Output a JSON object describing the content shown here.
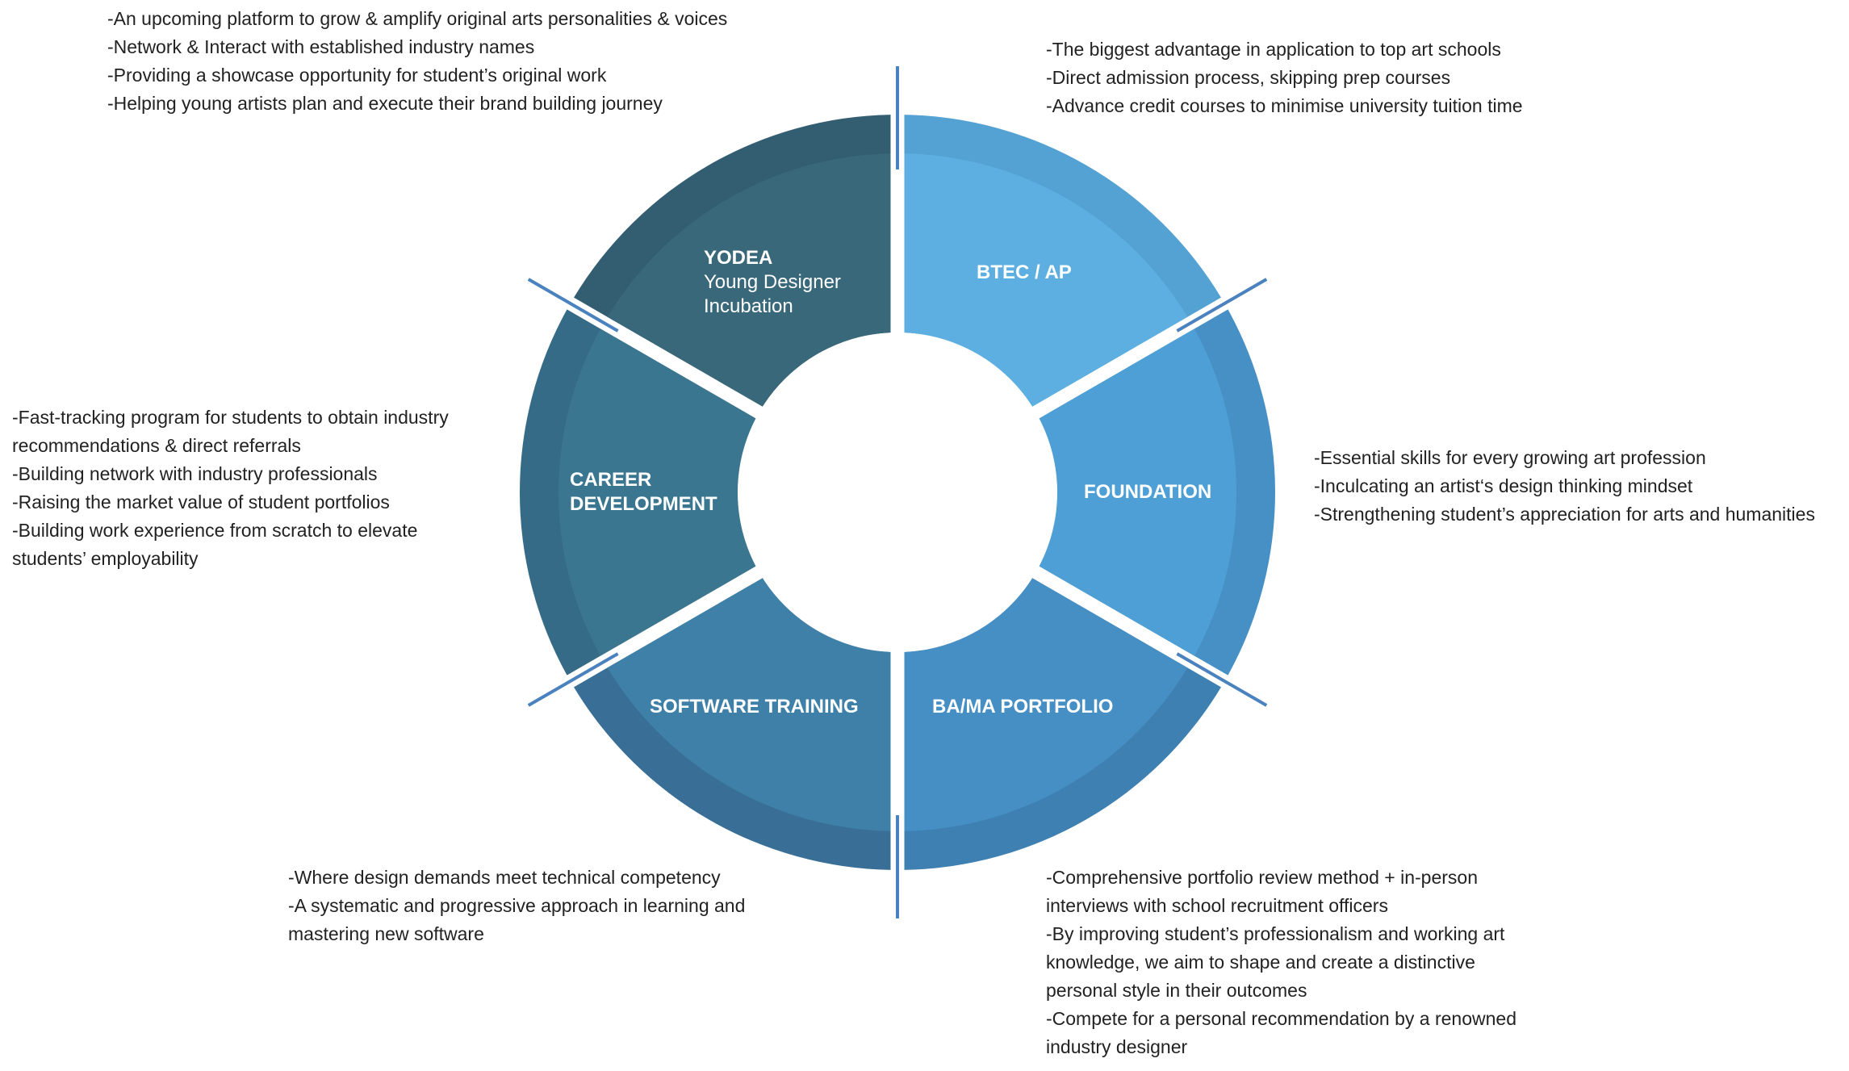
{
  "colors": {
    "yodea_outer": "#335e72",
    "yodea_inner": "#386879",
    "btec_outer": "#54a2d4",
    "btec_inner": "#5cafe0",
    "foundation_outer": "#4690c6",
    "foundation_inner": "#4d9fd6",
    "bama_outer": "#3e80b2",
    "bama_inner": "#468fc4",
    "software_outer": "#396f97",
    "software_inner": "#3e80a7",
    "career_outer": "#356b86",
    "career_inner": "#3a7690",
    "divider": "#4a82bf"
  },
  "segments": {
    "yodea": {
      "title": "YODEA",
      "sub1": "Young Designer",
      "sub2": "Incubation"
    },
    "btec": {
      "title": "BTEC / AP"
    },
    "foundation": {
      "title": "FOUNDATION"
    },
    "bama": {
      "title": "BA/MA PORTFOLIO"
    },
    "software": {
      "title": "SOFTWARE TRAINING"
    },
    "career": {
      "title1": "CAREER",
      "title2": "DEVELOPMENT"
    }
  },
  "descriptions": {
    "yodea": [
      "-An upcoming platform to grow & amplify original arts personalities & voices",
      "-Network & Interact with established industry names",
      "-Providing a showcase opportunity for student’s original work",
      "-Helping young artists plan and execute their brand building journey"
    ],
    "btec": [
      "-The biggest advantage in application to top art schools",
      "-Direct admission process, skipping prep courses",
      "-Advance credit courses to minimise university tuition time"
    ],
    "career": [
      "-Fast-tracking program for students to obtain industry",
      "recommendations & direct referrals",
      "-Building network with industry professionals",
      "-Raising the market value of student portfolios",
      "-Building work experience from scratch to elevate",
      "students’ employability"
    ],
    "foundation": [
      "-Essential skills for every growing art profession",
      "-Inculcating an artist‘s design thinking mindset",
      "-Strengthening student’s appreciation for arts and humanities"
    ],
    "software": [
      "-Where design demands meet technical competency",
      "-A systematic and progressive approach in learning and",
      "mastering new software"
    ],
    "bama": [
      "-Comprehensive portfolio review method + in-person",
      "interviews with school recruitment officers",
      "-By improving student’s professionalism and working art",
      "knowledge, we aim to shape and create a distinctive",
      "personal style in their outcomes",
      "-Compete for a personal recommendation by a renowned",
      "industry designer"
    ]
  }
}
